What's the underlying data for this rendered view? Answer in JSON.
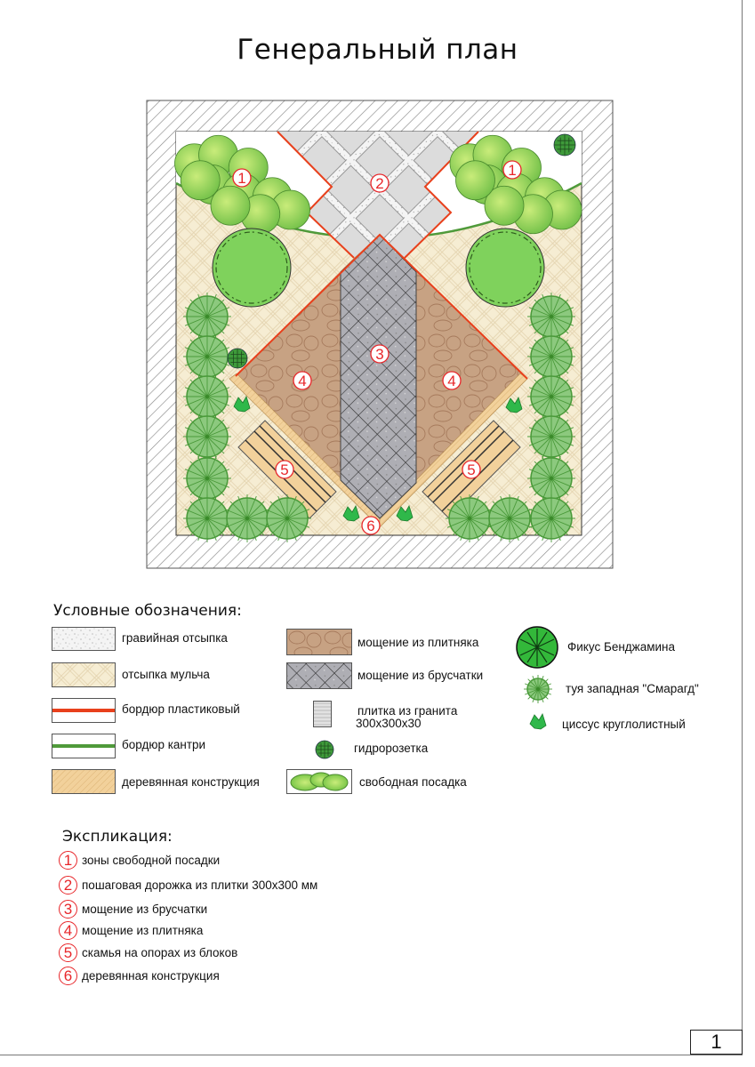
{
  "title": "Генеральный план",
  "plan_markers": [
    "1",
    "1",
    "2",
    "3",
    "4",
    "4",
    "5",
    "5",
    "6"
  ],
  "legend": {
    "heading": "Условные обозначения:",
    "items": [
      {
        "label": "гравийная отсыпка",
        "icon": "gravel-swatch"
      },
      {
        "label": "отсыпка мульча",
        "icon": "mulch-swatch"
      },
      {
        "label": "бордюр пластиковый",
        "icon": "plastic-border-swatch",
        "color": "#e8401c"
      },
      {
        "label": "бордюр кантри",
        "icon": "country-border-swatch",
        "color": "#4f9a3a"
      },
      {
        "label": "деревянная конструкция",
        "icon": "wood-swatch"
      },
      {
        "label": "мощение из плитняка",
        "icon": "flagstone-swatch"
      },
      {
        "label": "мощение из брусчатки",
        "icon": "cobble-swatch"
      },
      {
        "label": "плитка из гранита",
        "label2": "300x300x30",
        "icon": "granite-tile-swatch"
      },
      {
        "label": "гидророзетка",
        "icon": "hydrant-icon"
      },
      {
        "label": "свободная посадка",
        "icon": "free-planting-icon"
      },
      {
        "label": "Фикус Бенджамина",
        "icon": "ficus-icon"
      },
      {
        "label": "туя западная \"Смарагд\"",
        "icon": "thuja-icon"
      },
      {
        "label": "циссус круглолистный",
        "icon": "cissus-icon"
      }
    ]
  },
  "explication": {
    "heading": "Экспликация:",
    "items": [
      {
        "num": "1",
        "label": "зоны свободной посадки"
      },
      {
        "num": "2",
        "label": "пошаговая дорожка из плитки 300х300 мм"
      },
      {
        "num": "3",
        "label": "мощение из брусчатки"
      },
      {
        "num": "4",
        "label": "мощение из плитняка"
      },
      {
        "num": "5",
        "label": "скамья на опорах из блоков"
      },
      {
        "num": "6",
        "label": "деревянная конструкция"
      }
    ]
  },
  "page_number": "1"
}
